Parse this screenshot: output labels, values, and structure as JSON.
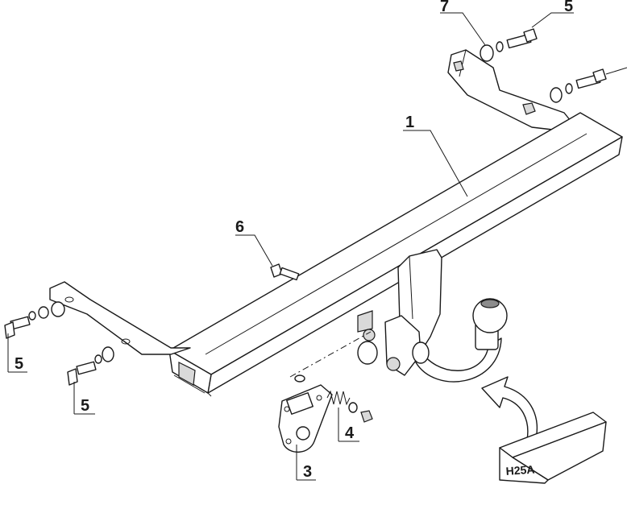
{
  "labels": {
    "beam": "1",
    "plate": "3",
    "spring_nut": "4",
    "bolt_top_right": "5",
    "bolt_left_upper": "5",
    "bolt_left_lower": "5",
    "pin": "6",
    "washer_top": "7"
  },
  "box_label": "H25A"
}
